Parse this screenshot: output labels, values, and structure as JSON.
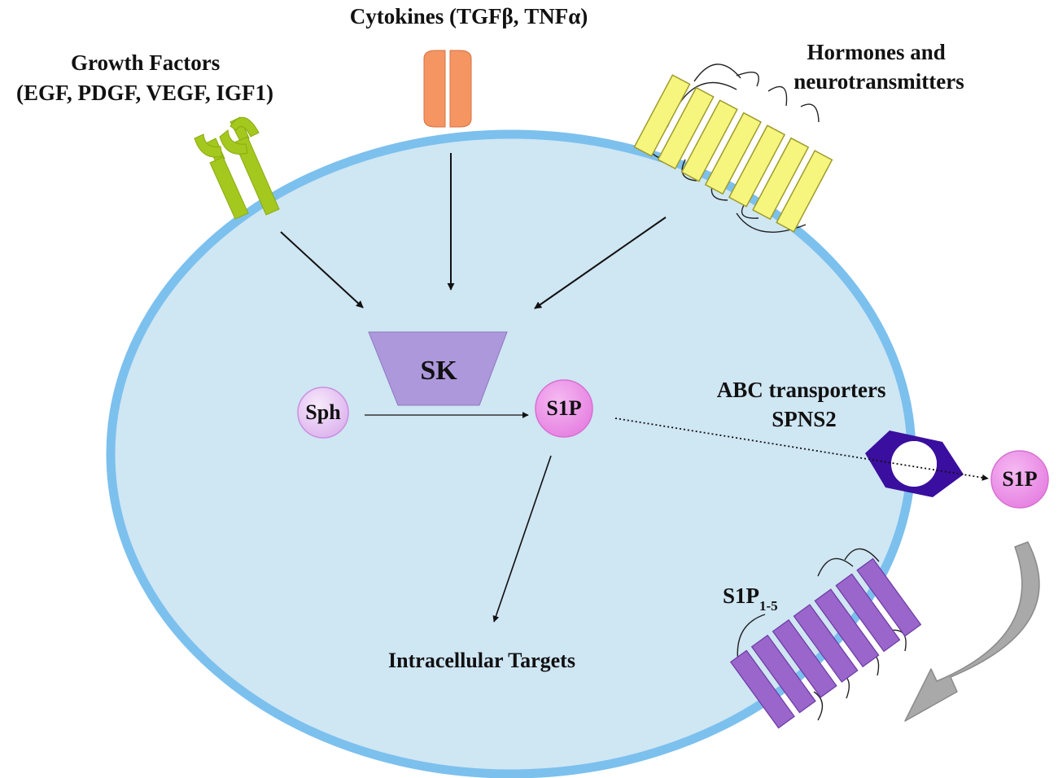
{
  "labels": {
    "growth_factors_line1": "Growth Factors",
    "growth_factors_line2": "(EGF, PDGF, VEGF, IGF1)",
    "cytokines": "Cytokines (TGFβ, TNFα)",
    "hormones_line1": "Hormones and",
    "hormones_line2": "neurotransmitters",
    "sk": "SK",
    "sph": "Sph",
    "s1p_inside": "S1P",
    "s1p_outside": "S1P",
    "abc_line1": "ABC transporters",
    "abc_line2": "SPNS2",
    "receptor_main": "S1P",
    "receptor_sub": "1-5",
    "intracellular": "Intracellular Targets"
  },
  "colors": {
    "cell_fill": "#cfe6f3",
    "membrane": "#7cc0ee",
    "growth_receptor": "#a4c81e",
    "cytokine_receptor": "#f59562",
    "hormone_receptor": "#f6f57e",
    "sk_enzyme": "#ad98dc",
    "sph_fill": "#e6c6f2",
    "s1p_fill": "#ed8ee8",
    "transporter": "#3a0e9e",
    "s1p_receptor": "#9b66cc",
    "recycle_arrow": "#a9a9a9"
  }
}
